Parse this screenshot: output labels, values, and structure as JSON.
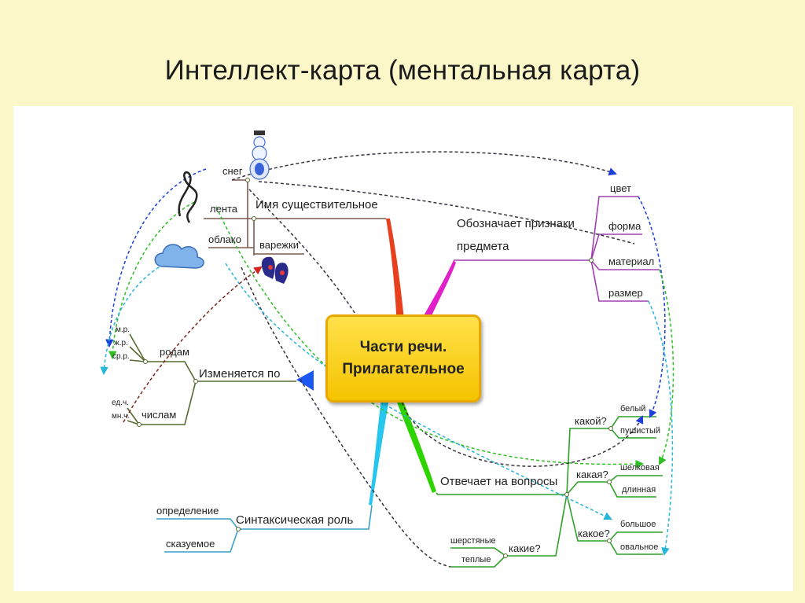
{
  "slide": {
    "title": "Интеллект-карта (ментальная карта)"
  },
  "central": {
    "line1": "Части речи.",
    "line2": "Прилагательное"
  },
  "branches": {
    "noun": {
      "label": "Имя существительное",
      "items": {
        "sneg": "снег",
        "lenta": "лента",
        "oblako": "облако",
        "varezhki": "варежки"
      }
    },
    "meaning": {
      "line1": "Обозначает признаки",
      "line2": "предмета",
      "items": {
        "cvet": "цвет",
        "forma": "форма",
        "material": "материал",
        "razmer": "размер"
      }
    },
    "changes": {
      "label": "Изменяется по",
      "rodam": "родам",
      "chislam": "числам",
      "genders": {
        "m": "м.р.",
        "zh": "ж.р.",
        "sr": "ср.р."
      },
      "numbers": {
        "ed": "ед.ч.",
        "mn": "мн.ч."
      }
    },
    "questions": {
      "label": "Отвечает на вопросы",
      "kakoy": "какой?",
      "kakaya": "какая?",
      "kakoe": "какое?",
      "kakie": "какие?",
      "answers": {
        "belyy": "белый",
        "pushistyy": "пушистый",
        "shelkovaya": "шелковая",
        "dlinnaya": "длинная",
        "bolshoe": "большое",
        "ovalnoe": "овальное",
        "sherstyanye": "шерстяные",
        "teplye": "теплые"
      }
    },
    "syntax": {
      "label": "Синтаксическая роль",
      "opredelenie": "определение",
      "skazuemoe": "сказуемое"
    }
  },
  "colors": {
    "red": "#e8401c",
    "magenta": "#e020c8",
    "blue": "#1c58f0",
    "green": "#2ed400",
    "cyan": "#26b8e6",
    "central_fill": "#f7cd1e",
    "dark_line": "#4a3f3f"
  },
  "icons": {
    "snowman": "snowman-icon",
    "ribbon": "ribbon-icon",
    "cloud": "cloud-icon",
    "mittens": "mittens-icon"
  }
}
